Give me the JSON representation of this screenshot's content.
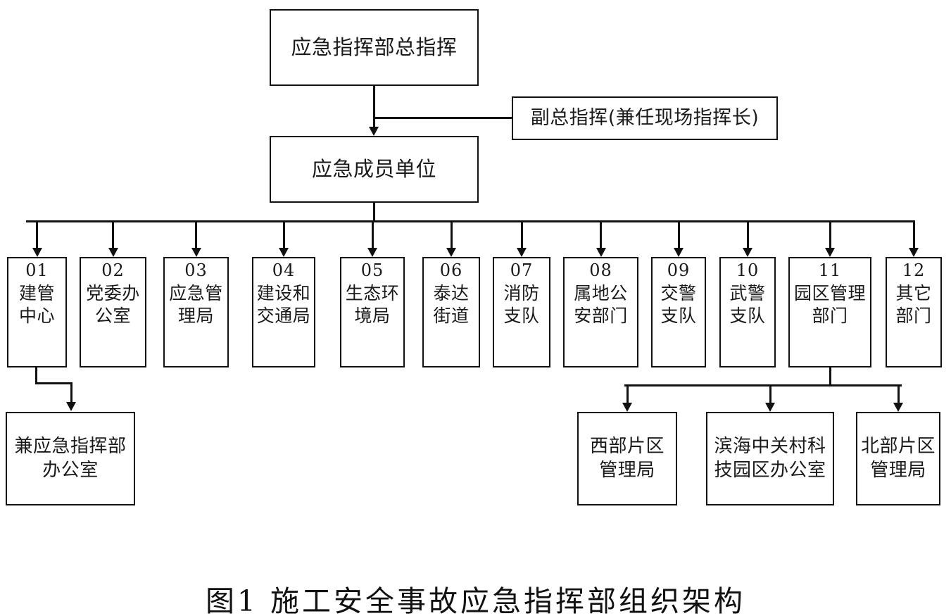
{
  "figure": {
    "caption": "图1  施工安全事故应急指挥部组织架构"
  },
  "nodes": {
    "commander": {
      "label": "应急指挥部总指挥"
    },
    "vice_commander": {
      "label": "副总指挥(兼任现场指挥长)"
    },
    "member_units": {
      "label": "应急成员单位"
    },
    "emergency_office": {
      "line1": "兼应急指挥部",
      "line2": "办公室"
    }
  },
  "departments": [
    {
      "num": "01",
      "line1": "建管",
      "line2": "中心"
    },
    {
      "num": "02",
      "line1": "党委办",
      "line2": "公室"
    },
    {
      "num": "03",
      "line1": "应急管",
      "line2": "理局"
    },
    {
      "num": "04",
      "line1": "建设和",
      "line2": "交通局"
    },
    {
      "num": "05",
      "line1": "生态环",
      "line2": "境局"
    },
    {
      "num": "06",
      "line1": "泰达",
      "line2": "街道"
    },
    {
      "num": "07",
      "line1": "消防",
      "line2": "支队"
    },
    {
      "num": "08",
      "line1": "属地公",
      "line2": "安部门"
    },
    {
      "num": "09",
      "line1": "交警",
      "line2": "支队"
    },
    {
      "num": "10",
      "line1": "武警",
      "line2": "支队"
    },
    {
      "num": "11",
      "line1": "园区管理",
      "line2": "部门"
    },
    {
      "num": "12",
      "line1": "其它",
      "line2": "部门"
    }
  ],
  "park_subunits": [
    {
      "line1": "西部片区",
      "line2": "管理局"
    },
    {
      "line1": "滨海中关村科",
      "line2": "技园区办公室"
    },
    {
      "line1": "北部片区",
      "line2": "管理局"
    }
  ],
  "colors": {
    "stroke": "#111111",
    "background": "#ffffff",
    "text": "#1a1a1a"
  }
}
